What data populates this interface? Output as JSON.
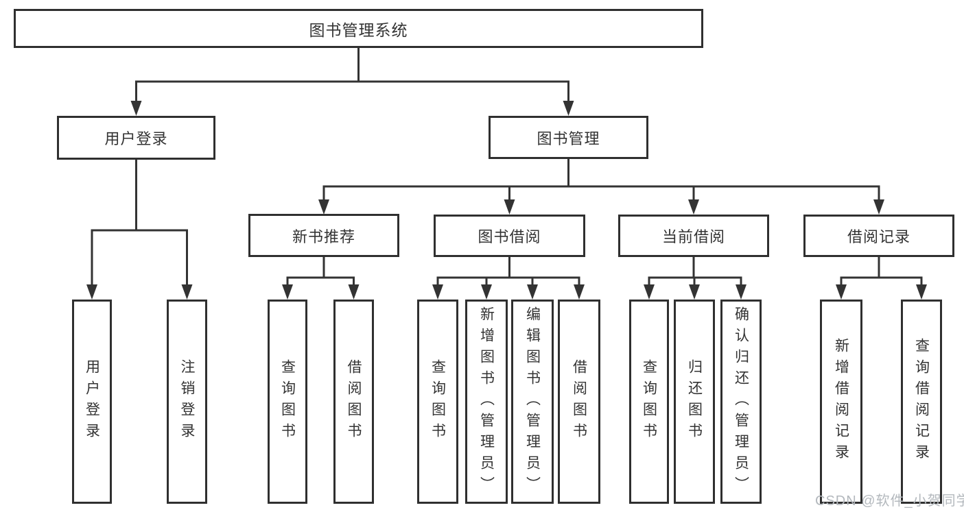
{
  "tree": {
    "root": {
      "label": "图书管理系统"
    },
    "level2": [
      {
        "id": "user-login",
        "label": "用户登录"
      },
      {
        "id": "book-management",
        "label": "图书管理"
      }
    ],
    "level3": [
      {
        "id": "new-book-recommend",
        "parent": "图书管理",
        "label": "新书推荐"
      },
      {
        "id": "book-borrow",
        "parent": "图书管理",
        "label": "图书借阅"
      },
      {
        "id": "current-borrow",
        "parent": "图书管理",
        "label": "当前借阅"
      },
      {
        "id": "borrow-records",
        "parent": "图书管理",
        "label": "借阅记录"
      }
    ],
    "leaves": [
      {
        "parent": "用户登录",
        "label": "用户登录"
      },
      {
        "parent": "用户登录",
        "label": "注销登录"
      },
      {
        "parent": "新书推荐",
        "label": "查询图书"
      },
      {
        "parent": "新书推荐",
        "label": "借阅图书"
      },
      {
        "parent": "图书借阅",
        "label": "查询图书"
      },
      {
        "parent": "图书借阅",
        "label": "新增图书（管理员）"
      },
      {
        "parent": "图书借阅",
        "label": "编辑图书（管理员）"
      },
      {
        "parent": "图书借阅",
        "label": "借阅图书"
      },
      {
        "parent": "当前借阅",
        "label": "查询图书"
      },
      {
        "parent": "当前借阅",
        "label": "归还图书"
      },
      {
        "parent": "当前借阅",
        "label": "确认归还（管理员）"
      },
      {
        "parent": "借阅记录",
        "label": "新增借阅记录"
      },
      {
        "parent": "借阅记录",
        "label": "查询借阅记录"
      }
    ]
  },
  "watermark": {
    "text": "CSDN @软件_小贺同学"
  },
  "colors": {
    "line": "#333333",
    "box_border": "#2f2f2f",
    "text": "#333333",
    "watermark": "#b3b8bd",
    "background": "#ffffff"
  }
}
